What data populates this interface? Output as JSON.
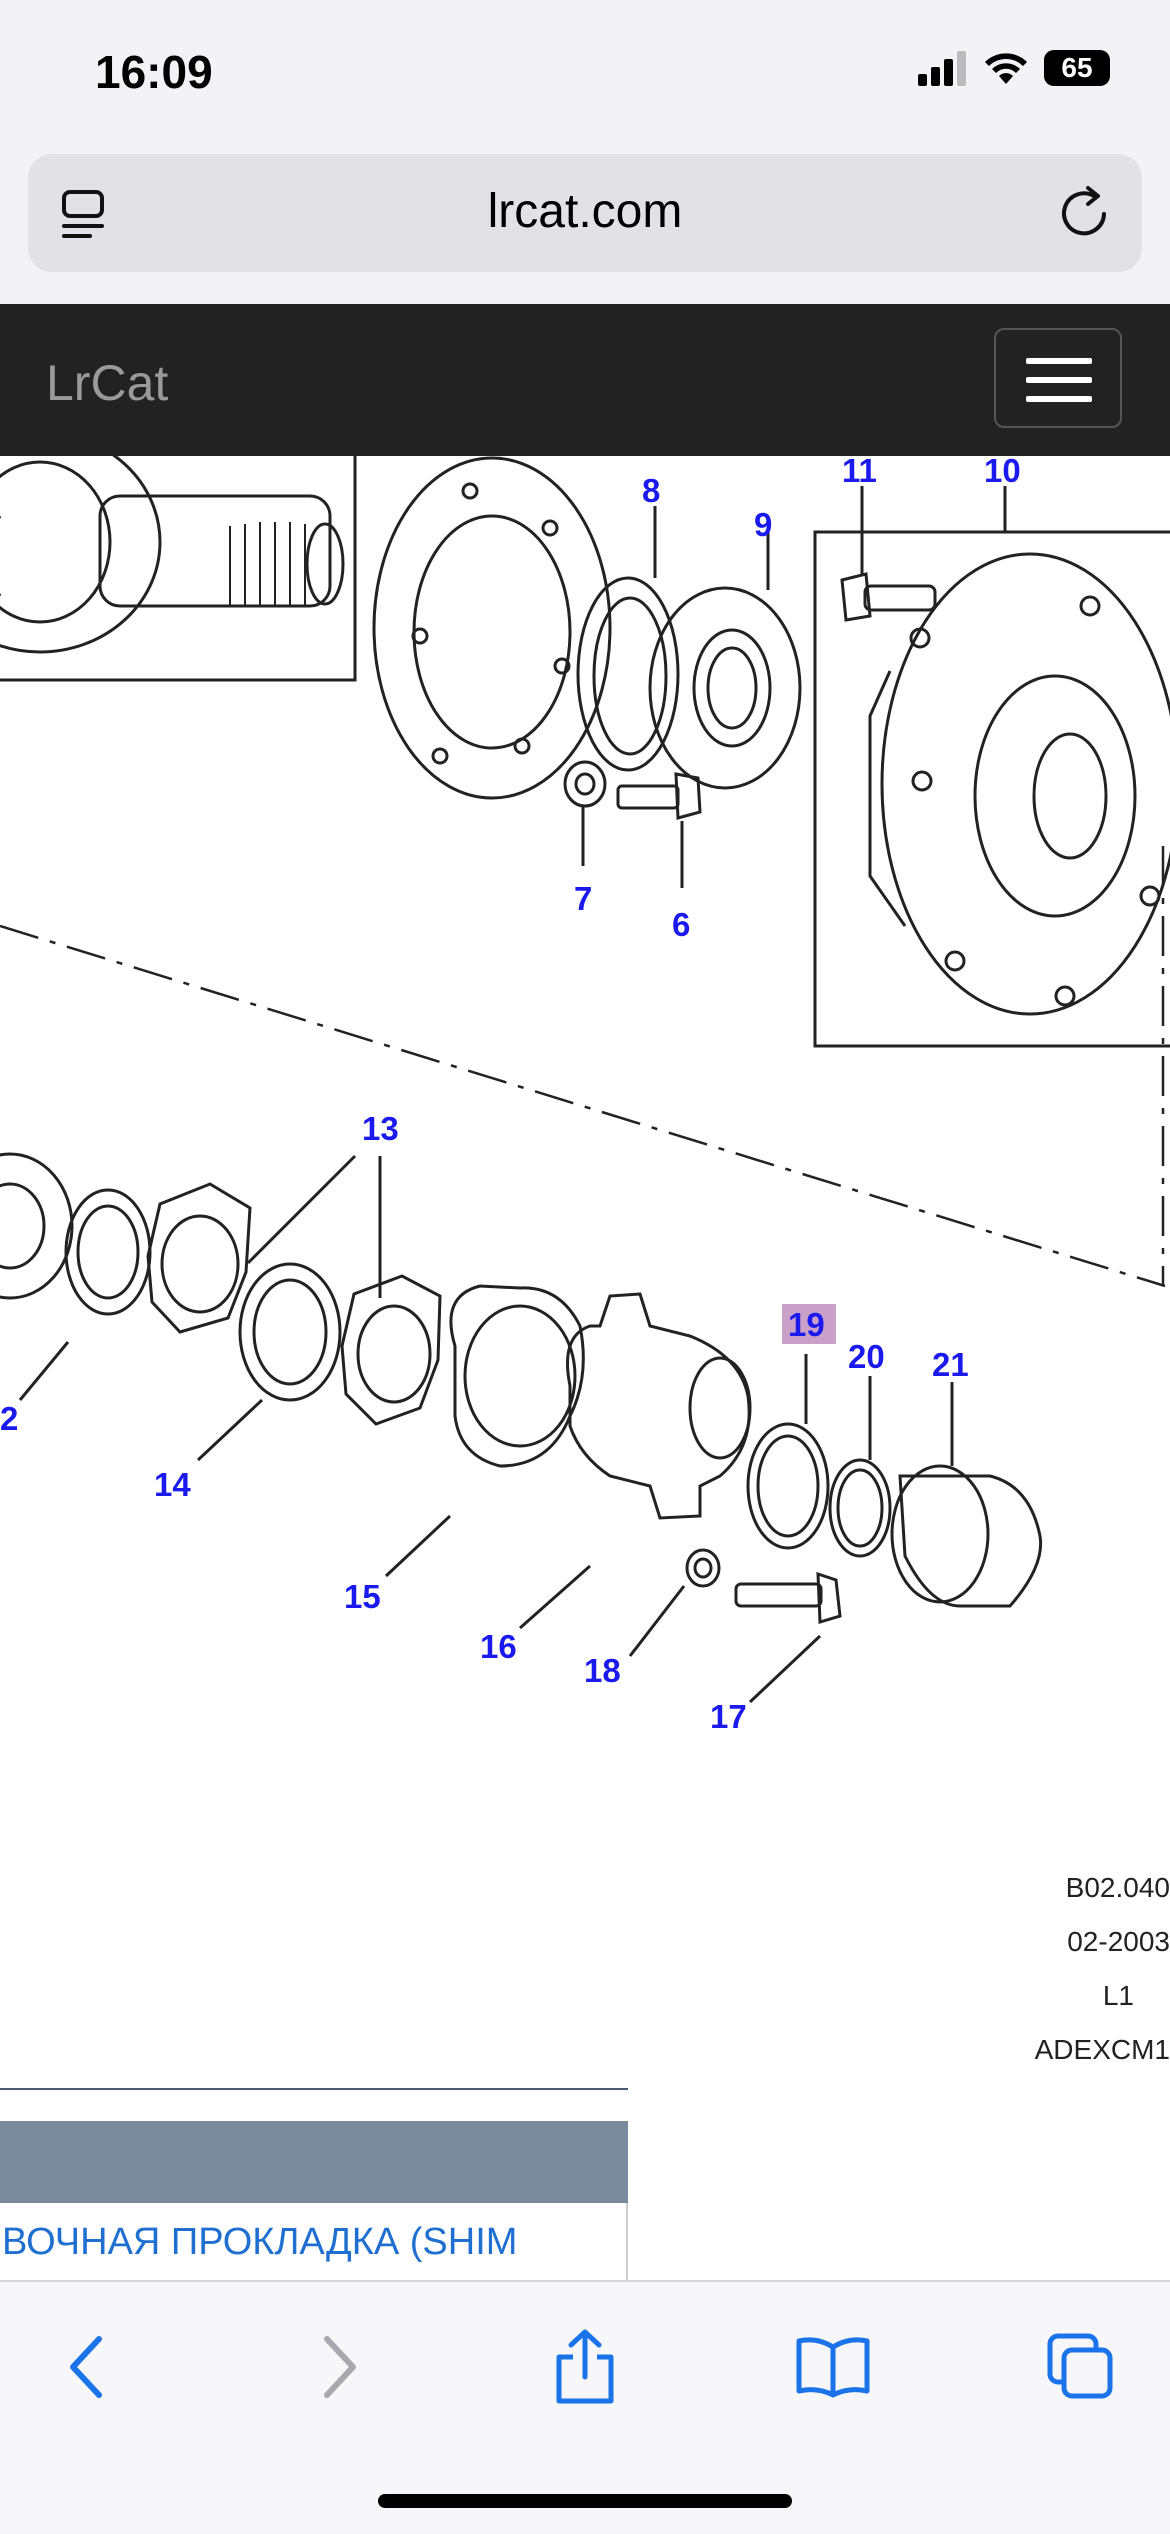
{
  "status_bar": {
    "time": "16:09",
    "battery": "65"
  },
  "browser": {
    "url": "lrcat.com"
  },
  "navbar": {
    "brand": "LrCat"
  },
  "diagram": {
    "callouts": [
      "8",
      "9",
      "11",
      "10",
      "7",
      "6",
      "13",
      "2",
      "14",
      "15",
      "16",
      "18",
      "17",
      "19",
      "20",
      "21"
    ],
    "highlighted": "19",
    "meta": [
      "B02.040",
      "02-2003",
      "L1",
      "ADEXCM1"
    ]
  },
  "table": {
    "row_text": "ВОЧНАЯ ПРОКЛАДКА (SHIM"
  },
  "colors": {
    "callout": "#1a1aee",
    "highlight": "#c8a0c8",
    "nav_bg": "#222222",
    "link": "#1f6fd0"
  }
}
